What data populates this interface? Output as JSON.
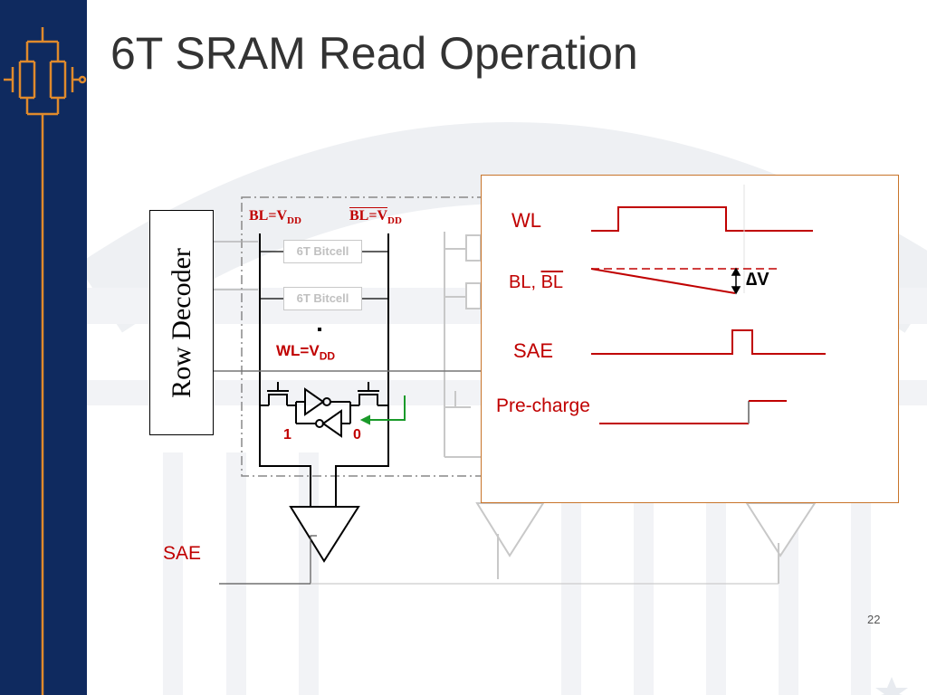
{
  "slide": {
    "title": "6T SRAM Read Operation",
    "page_number": "22"
  },
  "circuit": {
    "row_decoder_label": "Row Decoder",
    "bl_label": "BL=V",
    "bl_sub": "DD",
    "blb_label": "BL=V",
    "blb_sub": "DD",
    "bitcell_label": "6T Bitcell",
    "wl_label": "WL=V",
    "wl_sub": "DD",
    "node_left_value": "1",
    "node_right_value": "0",
    "sae_label": "SAE",
    "colors": {
      "signal_red": "#c00000",
      "arrow_green": "#1a9a2a",
      "ghost_gray": "#c8c8c8",
      "sidebar_navy": "#0f2a5f",
      "logo_orange": "#e08a2c"
    }
  },
  "timing": {
    "wl_label": "WL",
    "bl_label": "BL, ",
    "blb_label": "BL",
    "delta_label": "∆V",
    "sae_label": "SAE",
    "precharge_label": "Pre-charge"
  }
}
